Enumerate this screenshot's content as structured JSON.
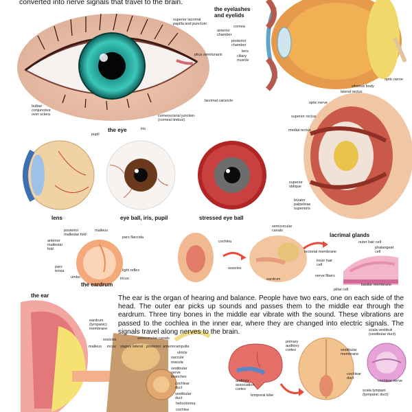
{
  "intro_text": "converted into nerve signals that travel to the brain.",
  "eye": {
    "caption": "the eye",
    "labels": {
      "lacrimal_papilla": "superior lacrimal\npapilla and punctum",
      "plica": "plica semilunaris",
      "caruncle": "lacrimal caruncle",
      "corneoscleral": "corneoscleral junction\n(corneal limbus)",
      "iris": "iris",
      "pupil": "pupil",
      "bulbar": "bulbar\nconjunctiva\nover sclera"
    }
  },
  "eyelids": {
    "caption": "the eyelashes\nand eyelids",
    "labels": {
      "cornea": "cornea",
      "anterior_chamber": "anterior\nchamber",
      "posterior_chamber": "posterior\nchamber",
      "lens": "lens",
      "ciliary_muscle": "ciliary\nmuscle",
      "optic_nerve": "optic nerve",
      "vitreous_body": "vitreous body"
    }
  },
  "orbit": {
    "labels": {
      "lateral_rectus": "lateral rectus",
      "optic_nerve": "optic nerve",
      "superior_rectus": "superior rectus",
      "medial_rectus": "medial rectus",
      "superior_oblique": "superior\noblique",
      "levator": "levator\npalpebrae\nsuperioris"
    }
  },
  "balls": {
    "lens_caption": "lens",
    "iris_caption": "eye ball, iris, pupil",
    "stressed_caption": "stressed eye ball"
  },
  "eardrum": {
    "caption": "the eardrum",
    "labels": {
      "posterior_fold": "posterior\nmalleolar fold",
      "anterior_fold": "anterior\nmalleolar\nfold",
      "malleus": "malleus",
      "pars_flaccida": "pars flaccida",
      "pars_tensa": "pars\ntensa",
      "light_reflex": "light reflex",
      "umbo": "umbo",
      "incus": "incus"
    }
  },
  "ear_small": {
    "labels": {
      "semicircular": "semicircular\ncanals",
      "cochlea": "cochlea",
      "ossicles": "ossicles",
      "eardrum": "eardrum"
    }
  },
  "lacrimal": {
    "caption": "lacrimal glands",
    "labels": {
      "outer_hair": "outer hair cell",
      "phalangeal": "phalangeal\ncell",
      "tectorial": "tectorial membrane",
      "inner_hair": "inner hair\ncell",
      "nerve_fibers": "nerve fibers",
      "basilar": "basilar membrane",
      "pillar": "pillar cell"
    }
  },
  "ear": {
    "caption": "the ear",
    "labels": {
      "eardrum_tympanic": "eardrum\n(tympanic)\nmembrane",
      "ossicles": "ossicles",
      "malleus": "malleus",
      "incus": "incus",
      "stapes": "stapes",
      "semicircular": "semicircular canals",
      "lateral": "lateral",
      "posterior": "posterior",
      "anterior": "anterior",
      "ampulla": "ampulla",
      "saccule": "saccule",
      "utricle": "utricle",
      "macula": "macula",
      "vestibular_branches": "vestibular\nnerve\nbranches",
      "cochlear_duct": "cochlear\nduct",
      "vestibular_duct": "vestibular\nduct",
      "helicotrema": "helicotrema",
      "cochlea": "cochlea"
    }
  },
  "paragraph": "The ear is the organ of hearing and balance. People have two ears, one on each side of the head. The outer ear picks up sounds and passes them to the middle ear through the eardrum. Three tiny bones in the middle ear vibrate with the sound. These vibrations are passed to the cochlea in the inner ear, where they are changed into electric signals. The signals travel along nerves to the brain.",
  "brain": {
    "labels": {
      "primary_auditory": "primary\nauditory\ncortex",
      "auditory_association": "auditory\nassociation\ncortex",
      "temporal_lobe": "temporal lobe"
    }
  },
  "cochlea_section": {
    "labels": {
      "scala_vestibuli": "scala vestibuli\n(vestibular duct)",
      "vestibular_membrane": "vestibular\nmembrane",
      "cochlear_duct": "cochlear\nduct",
      "cochlear_nerve": "cochlear nerve",
      "scala_tympani": "scala tympani\n(tympanic duct)"
    }
  }
}
